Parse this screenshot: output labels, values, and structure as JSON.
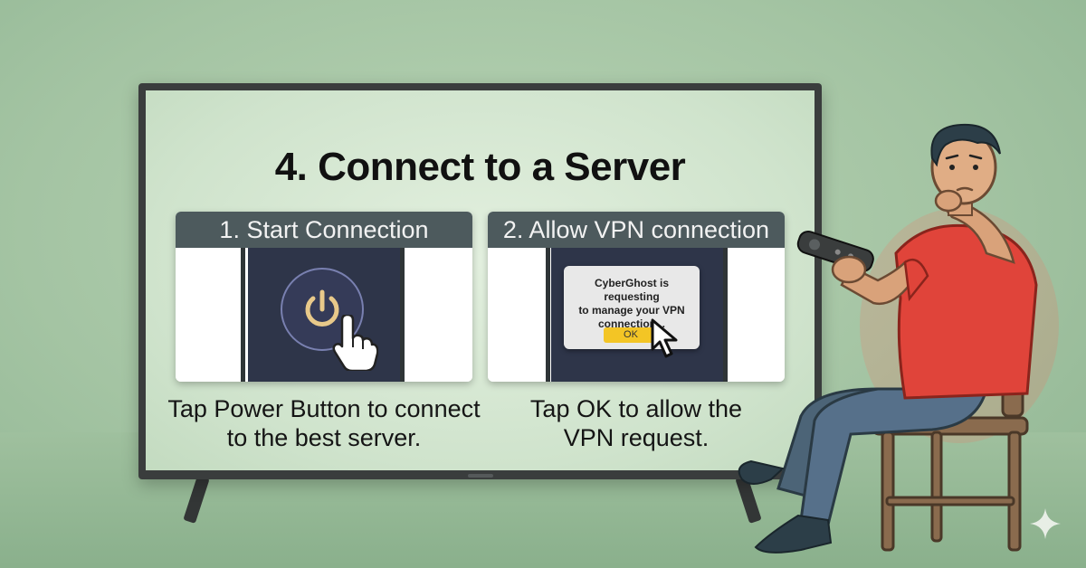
{
  "title": "4. Connect to a Server",
  "steps": [
    {
      "header": "1. Start Connection",
      "caption": "Tap Power Button to connect\nto the best server.",
      "icons": [
        "power-icon",
        "hand-pointer-icon"
      ]
    },
    {
      "header": "2. Allow VPN connection",
      "dialog_text": "CyberGhost is requesting\nto manage your VPN\nconnection...",
      "ok_label": "OK",
      "caption": "Tap OK to allow the\nVPN request.",
      "icons": [
        "cursor-arrow-icon"
      ]
    }
  ],
  "colors": {
    "background": "#a4c4a3",
    "tv_frame": "#3a3d3d",
    "panel_header": "#4d5a5d",
    "phone_screen": "#2e3549",
    "power_icon": "#e8c98a",
    "ok_button": "#f3c525",
    "shirt": "#e0443a",
    "pants": "#4c6477"
  }
}
